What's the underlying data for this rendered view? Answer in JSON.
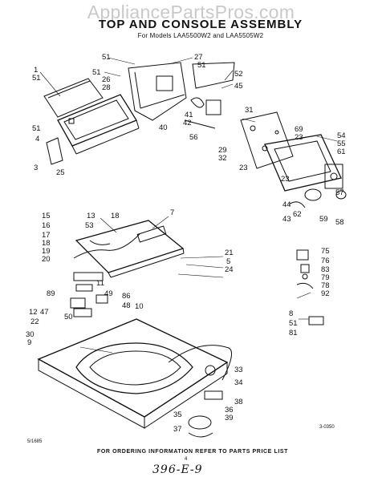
{
  "watermark": "AppliancePartsPros.com",
  "title": "TOP AND CONSOLE ASSEMBLY",
  "subtitle": "For Models LAA5500W2 and LAA5505W2",
  "footer": "FOR ORDERING INFORMATION REFER TO PARTS PRICE LIST",
  "footer_page": "4",
  "code_left": "5/1685",
  "code_right": "3-0350",
  "handwritten": "396-E-9",
  "callouts": {
    "c1": "1",
    "c51a": "51",
    "c51b": "51",
    "c51c": "51",
    "c51d": "51",
    "c51e": "51",
    "c51f": "51",
    "c27": "27",
    "c26": "26",
    "c28": "28",
    "c52": "52",
    "c45": "45",
    "c31": "31",
    "c41": "41",
    "c42": "42",
    "c40": "40",
    "c56": "56",
    "c69": "69",
    "c23a": "23",
    "c23b": "23",
    "c23c": "23",
    "c54": "54",
    "c55": "55",
    "c61": "61",
    "c29": "29",
    "c32": "32",
    "c4": "4",
    "c3": "3",
    "c25": "25",
    "c57": "57",
    "c44": "44",
    "c62": "62",
    "c43": "43",
    "c59": "59",
    "c58": "58",
    "c15": "15",
    "c16": "16",
    "c17": "17",
    "c18a": "18",
    "c18b": "18",
    "c19": "19",
    "c20": "20",
    "c13": "13",
    "c53": "53",
    "c7": "7",
    "c21": "21",
    "c5": "5",
    "c24": "24",
    "c11": "11",
    "c89": "89",
    "c49": "49",
    "c86": "86",
    "c48": "48",
    "c10": "10",
    "c50": "50",
    "c12": "12",
    "c47": "47",
    "c22": "22",
    "c30": "30",
    "c9": "9",
    "c75": "75",
    "c76": "76",
    "c83": "83",
    "c79": "79",
    "c78": "78",
    "c92": "92",
    "c8": "8",
    "c81": "81",
    "c33": "33",
    "c34": "34",
    "c38": "38",
    "c35": "35",
    "c36": "36",
    "c39": "39",
    "c37": "37"
  }
}
